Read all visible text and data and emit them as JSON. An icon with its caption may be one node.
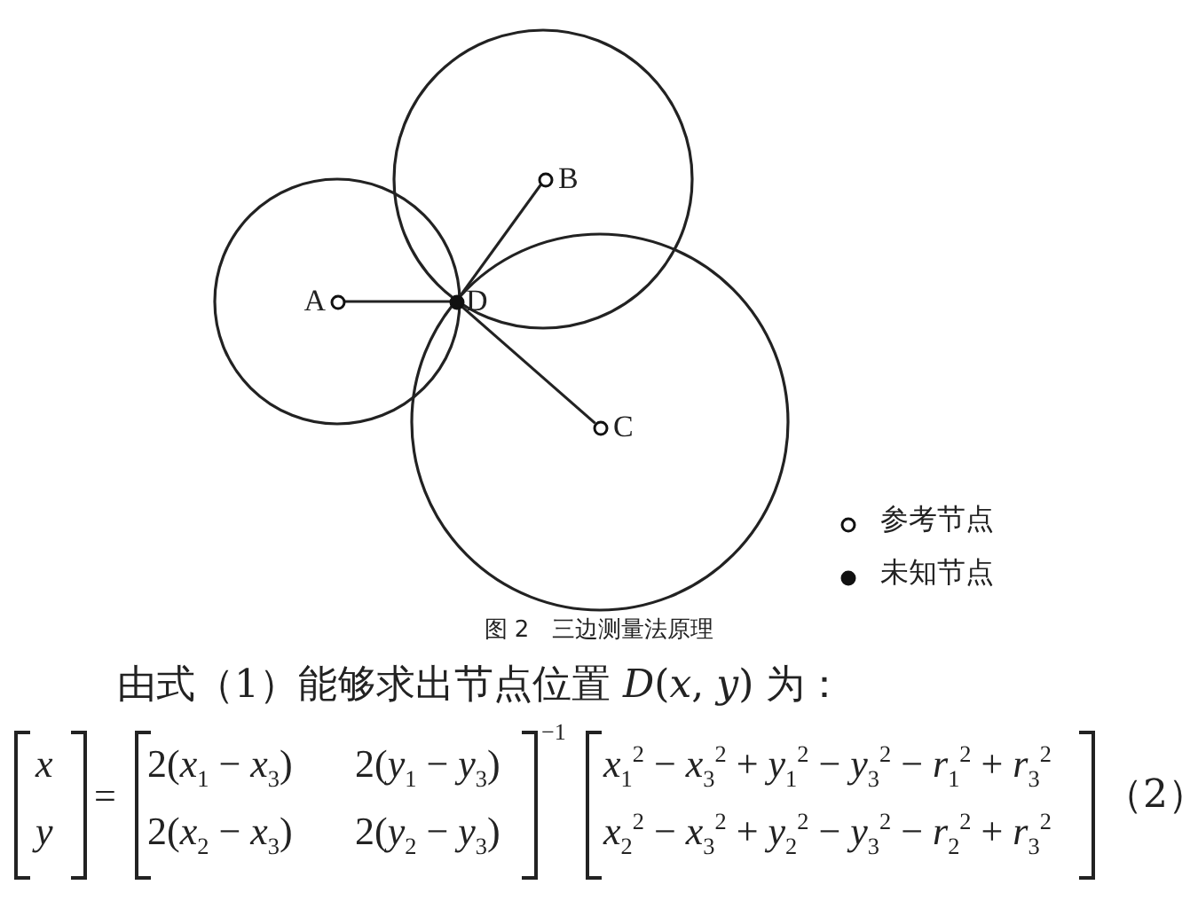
{
  "diagram": {
    "caption": "图 2　三边测量法原理",
    "nodes": [
      {
        "text": [
          "A"
        ]
      },
      {
        "text": [
          "B"
        ]
      },
      {
        "text": [
          "C"
        ]
      },
      {
        "text": [
          "D"
        ]
      }
    ],
    "edges": [
      {
        "from": 0,
        "to": 3,
        "arrow": "none"
      },
      {
        "from": 1,
        "to": 3,
        "arrow": "none"
      },
      {
        "from": 2,
        "to": 3,
        "arrow": "none"
      }
    ],
    "labels": [
      "由式（1）能够求出节点位置 *D*(*x*, *y*) 为：",
      "x",
      "y",
      "=",
      "2(*x*$_{1}$ − *x*$_{3}$)",
      "2(*y*$_{1}$ − *y*$_{3}$)",
      "2(*x*$_{2}$ − *x*$_{3}$)",
      "2(*y*$_{2}$ − *y*$_{3}$)",
      "−1",
      "*x*$_{1}$$^{2}$ − *x*$_{3}$$^{2}$ + *y*$_{1}$$^{2}$ − *y*$_{3}$$^{2}$ − *r*$_{1}$$^{2}$ + *r*$_{3}$$^{2}$",
      "*x*$_{2}$$^{2}$ − *x*$_{3}$$^{2}$ + *y*$_{2}$$^{2}$ − *y*$_{3}$$^{2}$ − *r*$_{2}$$^{2}$ + *r*$_{3}$$^{2}$",
      "（2）"
    ],
    "legend": [
      {
        "text": "参考节点"
      },
      {
        "text": "未知节点"
      }
    ]
  }
}
